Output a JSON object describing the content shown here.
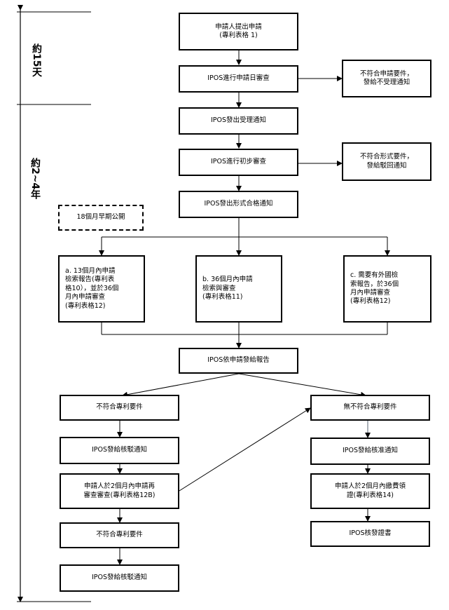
{
  "timeline": {
    "period1": "約15天",
    "period2": "約2~4年"
  },
  "boxes": {
    "apply": "申請人提出申請\n(專利表格 1)",
    "date_check": "IPOS進行申請日審查",
    "reject_date": "不符合申請要件，\n發給不受理通知",
    "accept_notice": "IPOS發出受理通知",
    "prelim": "IPOS進行初步審查",
    "reject_form": "不符合形式要件，\n發給駁回通知",
    "form_ok": "IPOS發出形式合格通知",
    "early_pub": "18個月早期公開",
    "opt_a": "a. 13個月內申請\n檢索報告(專利表\n格10），並於36個\n月內申請審查\n(專利表格12)",
    "opt_b": "b. 36個月內申請\n檢索與審查\n(專利表格11)",
    "opt_c": "c. 需要有外國檢\n索報告，於36個\n月內申請審查\n(專利表格12)",
    "report": "IPOS依申請發給報告",
    "not_meet1": "不符合專利要件",
    "reject1": "IPOS發給核駁通知",
    "reexam": "申請人於2個月內申請再\n審查審查(專利表格12B)",
    "not_meet2": "不符合專利要件",
    "reject2": "IPOS發給核駁通知",
    "no_issue": "無不符合專利要件",
    "approve": "IPOS發給核准通知",
    "pay_fee": "申請人於2個月內繳費領\n證(專利表格14)",
    "cert": "IPOS核發證書"
  }
}
